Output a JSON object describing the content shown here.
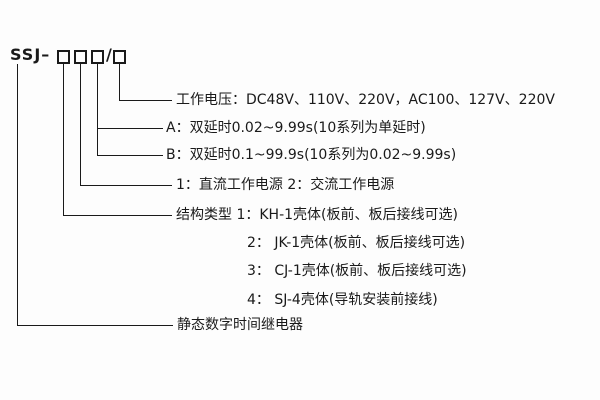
{
  "colors": {
    "background": "#fdfdfd",
    "ink": "#1a1a1a"
  },
  "model": {
    "prefix": "SSJ–",
    "slash": "/",
    "boxes_before_slash": 3,
    "boxes_after_slash": 1
  },
  "labels": {
    "voltage": "工作电压：DC48V、110V、220V，AC100、127V、220V",
    "delay_a": "A：双延时0.02~9.99s(10系列为单延时)",
    "delay_b": "B：双延时0.1~99.9s(10系列为0.02~9.99s)",
    "power": "1：直流工作电源 2：交流工作电源",
    "structure_1": "结构类型 1：KH-1壳体(板前、板后接线可选)",
    "structure_2": "2： JK-1壳体(板前、板后接线可选)",
    "structure_3": "3： CJ-1壳体(板前、板后接线可选)",
    "structure_4": "4： SJ-4壳体(导轨安装前接线)",
    "product": "静态数字时间继电器"
  }
}
